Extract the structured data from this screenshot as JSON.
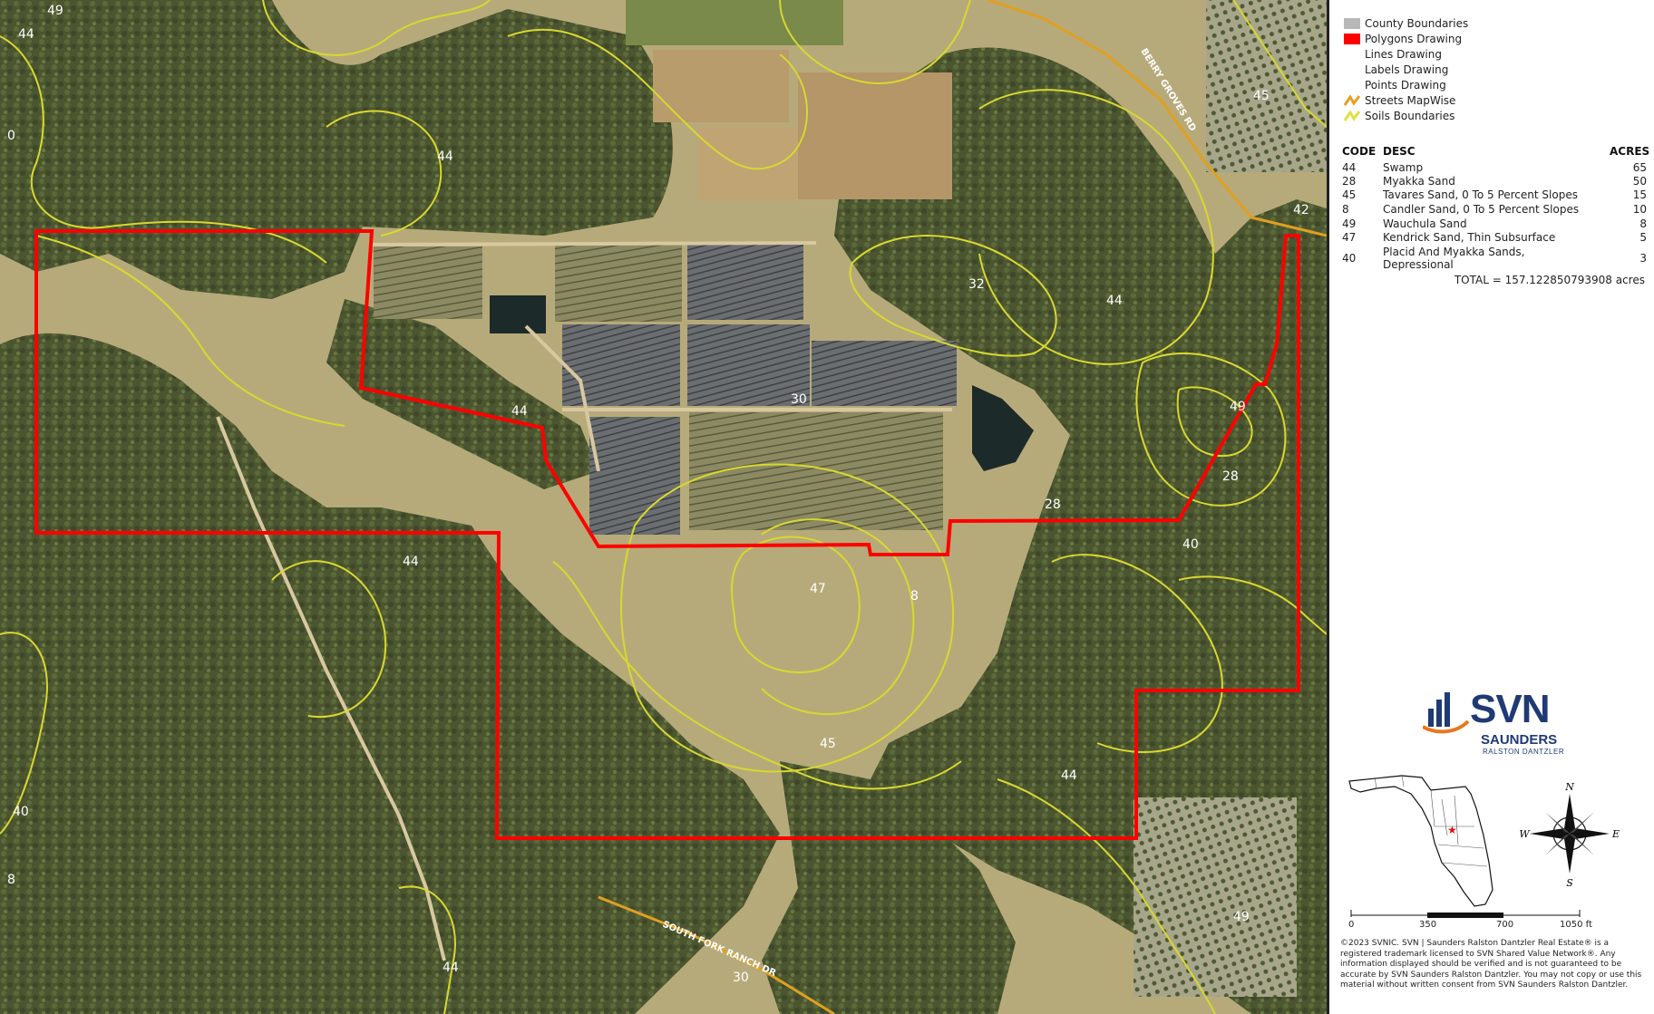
{
  "legend": [
    {
      "label": "County Boundaries",
      "swatch": "#b8b8b8",
      "icon": "gray-swatch"
    },
    {
      "label": "Polygons Drawing",
      "swatch": "#ff0000",
      "icon": "red-swatch"
    },
    {
      "label": "Lines Drawing",
      "swatch": "",
      "icon": ""
    },
    {
      "label": "Labels Drawing",
      "swatch": "",
      "icon": ""
    },
    {
      "label": "Points Drawing",
      "swatch": "",
      "icon": ""
    },
    {
      "label": "Streets MapWise",
      "swatch": "#e8a020",
      "icon": "street-line-icon"
    },
    {
      "label": "Soils Boundaries",
      "swatch": "#e0e040",
      "icon": "soil-line-icon"
    }
  ],
  "soils_table": {
    "headers": {
      "code": "CODE",
      "desc": "DESC",
      "acres": "ACRES"
    },
    "rows": [
      {
        "code": "44",
        "desc": "Swamp",
        "acres": "65"
      },
      {
        "code": "28",
        "desc": "Myakka Sand",
        "acres": "50"
      },
      {
        "code": "45",
        "desc": "Tavares Sand, 0 To 5 Percent Slopes",
        "acres": "15"
      },
      {
        "code": "8",
        "desc": "Candler Sand, 0 To 5 Percent Slopes",
        "acres": "10"
      },
      {
        "code": "49",
        "desc": "Wauchula Sand",
        "acres": "8"
      },
      {
        "code": "47",
        "desc": "Kendrick Sand, Thin Subsurface",
        "acres": "5"
      },
      {
        "code": "40",
        "desc": "Placid And Myakka Sands, Depressional",
        "acres": "3"
      }
    ],
    "total": "TOTAL = 157.122850793908 acres"
  },
  "logo": {
    "brand": "SVN",
    "line1": "SAUNDERS",
    "line2": "RALSTON DANTZLER"
  },
  "compass": {
    "n": "N",
    "s": "S",
    "e": "E",
    "w": "W"
  },
  "scale_bar": {
    "ticks": [
      "0",
      "350",
      "700",
      "1050 ft"
    ]
  },
  "copyright": "©2023 SVNIC. SVN | Saunders Ralston Dantzler Real Estate® is a registered trademark licensed to SVN Shared Value Network®. Any information displayed should be verified and is not guaranteed to be accurate by SVN Saunders Ralston Dantzler. You may not copy or use this material without written consent from SVN Saunders Ralston Dantzler.",
  "map": {
    "streets": [
      "BERRY GROVES RD",
      "SOUTH FORK RANCH DR"
    ],
    "soil_labels": [
      "49",
      "44",
      "0",
      "44",
      "45",
      "42",
      "32",
      "44",
      "44",
      "30",
      "49",
      "28",
      "28",
      "40",
      "44",
      "47",
      "8",
      "45",
      "44",
      "40",
      "8",
      "49",
      "44",
      "30"
    ],
    "colors": {
      "parcel": "#ff0000",
      "soil_line": "#d8d830",
      "road": "#e0a020"
    }
  }
}
